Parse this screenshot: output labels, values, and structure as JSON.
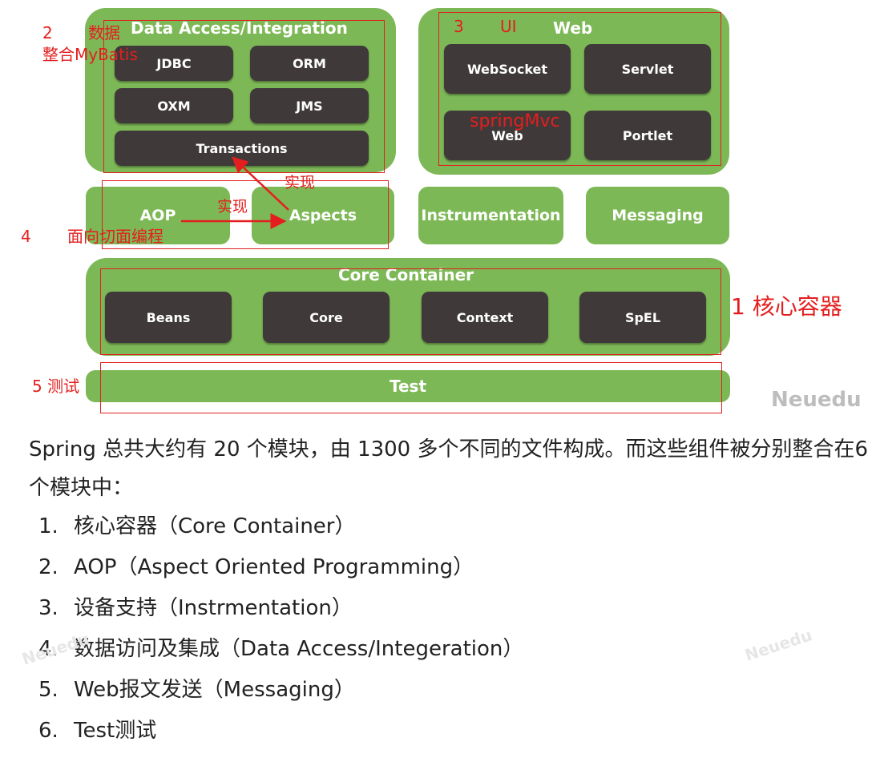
{
  "diagram": {
    "data_access": {
      "title": "Data Access/Integration",
      "modules": [
        "JDBC",
        "ORM",
        "OXM",
        "JMS",
        "Transactions"
      ]
    },
    "web": {
      "title": "Web",
      "modules": [
        "WebSocket",
        "Servlet",
        "Web",
        "Portlet"
      ]
    },
    "middle": [
      "AOP",
      "Aspects",
      "Instrumentation",
      "Messaging"
    ],
    "core_container": {
      "title": "Core Container",
      "modules": [
        "Beans",
        "Core",
        "Context",
        "SpEL"
      ]
    },
    "test": "Test"
  },
  "annotations": {
    "n2": "2",
    "data_label": "数据",
    "mybatis": "整合MyBatis",
    "n3": "3",
    "ui": "UI",
    "springmvc": "springMvc",
    "impl_1": "实现",
    "impl_2": "实现",
    "n4": "4",
    "aop_label": "面向切面编程",
    "core_label": "1 核心容器",
    "test_label": "5 测试"
  },
  "watermarks": [
    "Neuedu",
    "Neuedu",
    "Neuedu"
  ],
  "text": {
    "paragraph": "Spring 总共大约有 20 个模块，由 1300 多个不同的文件构成。而这些组件被分别整合在6 个模块中：",
    "items": [
      {
        "num": "1.",
        "text": "核心容器（Core Container）"
      },
      {
        "num": "2.",
        "text": "AOP（Aspect Oriented Programming）"
      },
      {
        "num": "3.",
        "text": "设备支持（Instrmentation）"
      },
      {
        "num": "4.",
        "text": "数据访问及集成（Data Access/Integeration）"
      },
      {
        "num": "5.",
        "text": "Web报文发送（Messaging）"
      },
      {
        "num": "6.",
        "text": "Test测试"
      }
    ]
  },
  "colors": {
    "green": "#7db856",
    "dark_module": "#3f3a39",
    "annotation_red": "#e41e1e"
  }
}
